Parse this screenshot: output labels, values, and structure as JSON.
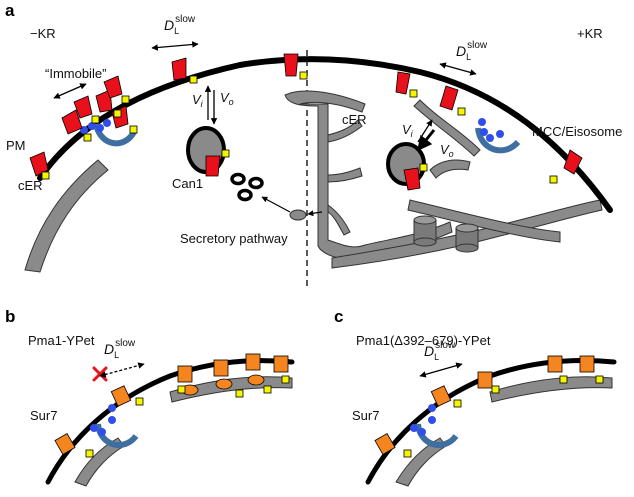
{
  "panels": {
    "a": {
      "letter": "a",
      "left_condition": "−KR",
      "right_condition": "+KR",
      "immobile": "“Immobile”",
      "d_left": {
        "main": "D",
        "sub": "L",
        "sup": "slow"
      },
      "d_right": {
        "main": "D",
        "sub": "L",
        "sup": "slow"
      },
      "vi_left": {
        "main": "V",
        "sub": "i"
      },
      "vo_left": {
        "main": "V",
        "sub": "o"
      },
      "vi_right": {
        "main": "V",
        "sub": "i"
      },
      "vo_right": {
        "main": "V",
        "sub": "o"
      },
      "cer_left": "cER",
      "cer_center": "cER",
      "pm": "PM",
      "can1": "Can1",
      "secretory": "Secretory pathway",
      "mcc": "MCC/Eisosome"
    },
    "b": {
      "letter": "b",
      "title": "Pma1-YPet",
      "d": {
        "main": "D",
        "sub": "L",
        "sup": "slow"
      },
      "sur7": "Sur7"
    },
    "c": {
      "letter": "c",
      "title": "Pma1(Δ392–679)-YPet",
      "d": {
        "main": "D",
        "sub": "L",
        "sup": "slow"
      },
      "sur7": "Sur7"
    }
  },
  "colors": {
    "membrane": "#000000",
    "can1_red": "#e8101a",
    "pma1_orange": "#f5861f",
    "ypet_yellow": "#f5f500",
    "er_gray": "#8a8a8a",
    "eisosome_blue": "#3f6fa0",
    "sur7_blue": "#2f4fe8",
    "block_x": "#e8101a"
  }
}
